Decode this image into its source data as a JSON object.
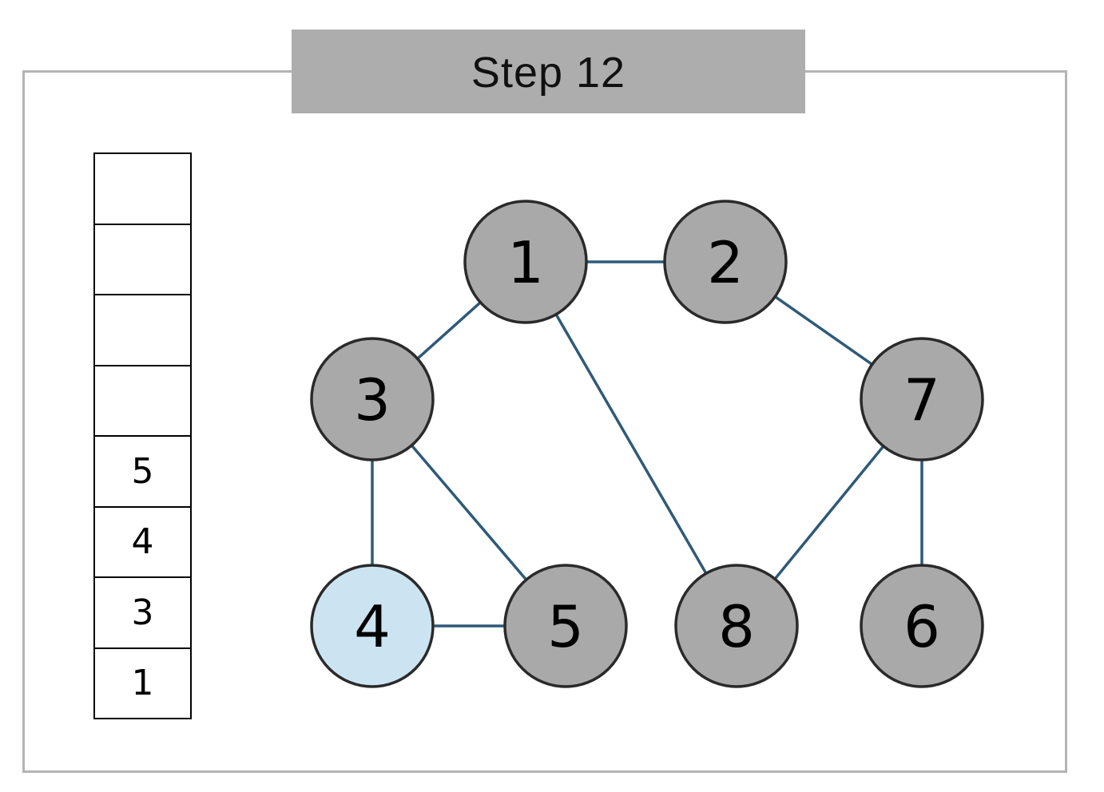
{
  "title": "Step 12",
  "stack": {
    "cells": [
      "",
      "",
      "",
      "",
      "5",
      "4",
      "3",
      "1"
    ]
  },
  "graph": {
    "nodes": [
      {
        "id": "1",
        "label": "1",
        "state": "visited"
      },
      {
        "id": "2",
        "label": "2",
        "state": "visited"
      },
      {
        "id": "3",
        "label": "3",
        "state": "visited"
      },
      {
        "id": "7",
        "label": "7",
        "state": "visited"
      },
      {
        "id": "4",
        "label": "4",
        "state": "current"
      },
      {
        "id": "5",
        "label": "5",
        "state": "visited"
      },
      {
        "id": "8",
        "label": "8",
        "state": "visited"
      },
      {
        "id": "6",
        "label": "6",
        "state": "visited"
      }
    ],
    "edges": [
      [
        "1",
        "2"
      ],
      [
        "1",
        "3"
      ],
      [
        "1",
        "8"
      ],
      [
        "2",
        "7"
      ],
      [
        "3",
        "4"
      ],
      [
        "3",
        "5"
      ],
      [
        "4",
        "5"
      ],
      [
        "7",
        "8"
      ],
      [
        "7",
        "6"
      ]
    ]
  },
  "colors": {
    "visited_fill": "#a9a9a9",
    "current_fill": "#cce4f2",
    "node_stroke": "#2a2a2a",
    "edge": "#2f5a78",
    "frame_border": "#b4b4b4",
    "banner": "#adadad"
  }
}
